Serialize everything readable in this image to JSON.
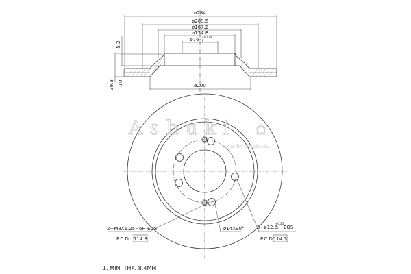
{
  "dimensions": {
    "d284": "ø284",
    "d200_5": "ø200.5",
    "d167_2": "ø167.2",
    "d154_8": "ø154.8",
    "d76": "ø76",
    "d76_tol": "+0.074",
    "d76_tol_low": "0",
    "h5_2": "5.2",
    "h39_8": "39.8",
    "h10": "10",
    "d200": "ø200"
  },
  "callouts": {
    "bolt_holes": "2−M8X1.25−6H EQS",
    "pcd_label_left": "P.C.D",
    "pcd_value_left": "114.3",
    "center_hole": "ø14X90°",
    "stud_holes_prefix": "5−ø12.5",
    "stud_holes_tol": "+0.25",
    "stud_holes_tol_low": "0",
    "stud_holes_suffix": "EQS",
    "pcd_label_right": "P.C.D",
    "pcd_value_right": "114.3"
  },
  "notes": {
    "min_thickness": "1. MIN. THK. 8.4MM"
  },
  "watermark": {
    "brand": "Ashuki",
    "subtitle": "quality products"
  }
}
